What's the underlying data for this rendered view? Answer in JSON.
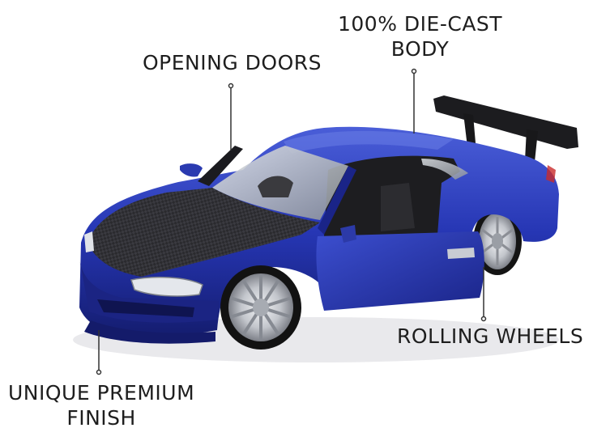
{
  "callouts": {
    "doors": [
      "OPENING DOORS"
    ],
    "body": [
      "100% DIE-CAST",
      "BODY"
    ],
    "wheels": [
      "ROLLING WHEELS"
    ],
    "finish": [
      "UNIQUE PREMIUM",
      "FINISH"
    ]
  },
  "colors": {
    "body_blue": "#1f2c9e",
    "body_highlight": "#4a5ed8",
    "carbon": "#2b2b2f",
    "chrome": "#c9ccd2",
    "text": "#1e1e1e"
  }
}
